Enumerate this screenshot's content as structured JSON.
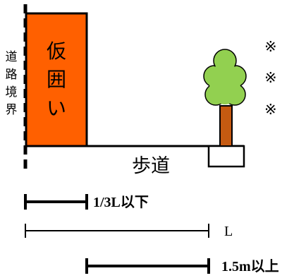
{
  "boundary_label": [
    "道",
    "路",
    "境",
    "界"
  ],
  "fence_label": [
    "仮",
    "囲",
    "い"
  ],
  "sidewalk_label": "歩道",
  "notes_prefix": [
    "※",
    "※",
    "※"
  ],
  "dimensions": {
    "fence_width_label": "1/3L以下",
    "total_width_label": "L",
    "clearance_label": "1.5m以上"
  },
  "colors": {
    "fence_fill": "#ff6000",
    "tree_foliage": "#92d050",
    "tree_trunk": "#c55a11",
    "line": "#000000"
  }
}
